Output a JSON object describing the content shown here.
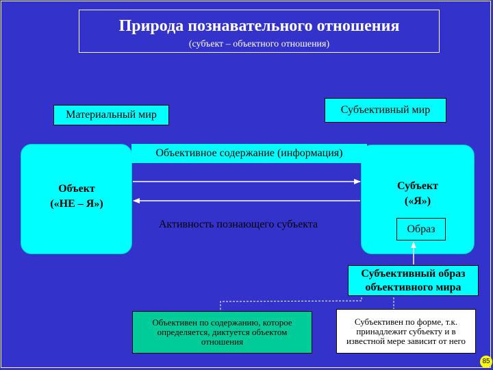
{
  "title": {
    "main": "Природа познавательного отношения",
    "sub": "(субъект – объектного отношения)"
  },
  "worlds": {
    "material": "Материальный мир",
    "subjective": "Субъективный  мир"
  },
  "object": {
    "line1": "Объект",
    "line2": "(«НЕ – Я»)"
  },
  "subject": {
    "line1": "Субъект",
    "line2": "(«Я»)"
  },
  "arrows": {
    "info_label": "Объективное содержание (информация)",
    "activity_label": "Активность познающего субъекта"
  },
  "image_label": "Образ",
  "subjective_image": {
    "line1": "Субъективный образ",
    "line2": "объективного мира"
  },
  "notes": {
    "left": "Объективен по содержанию, которое определяется, диктуется объектом отношения",
    "right": "Субъективен по форме, т.к. принадлежит субъекту и в известной мере зависит от него"
  },
  "page_number": "85",
  "colors": {
    "background": "#3333cc",
    "block": "#00ffff",
    "note_left": "#00cc99",
    "note_right": "#ffffff",
    "page_badge": "#ffff00"
  }
}
